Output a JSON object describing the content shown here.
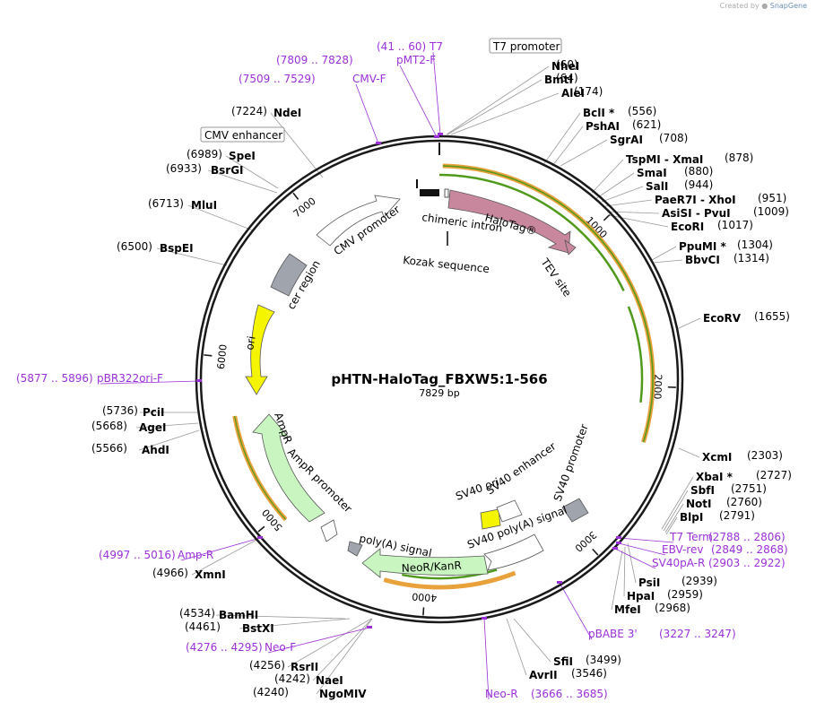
{
  "credit": {
    "prefix": "Created by",
    "brand": "SnapGene"
  },
  "plasmid": {
    "name": "pHTN-HaloTag_FBXW5:1-566",
    "size_label": "7829 bp",
    "length": 7829
  },
  "ticks": [
    "1000",
    "2000",
    "3000",
    "4000",
    "5000",
    "6000",
    "7000"
  ],
  "colors": {
    "primer": "#9b30d9",
    "backbone": "#1a1a1a",
    "orange_arrow": "#e9a13b",
    "green_arrow": "#4f9a1c",
    "halotag": "#c9879d",
    "ampr": "#c8f5c0",
    "ori": "#f5f500",
    "cer": "#a0a4ad",
    "white_feature": "#ffffff"
  },
  "sites": [
    {
      "name": "NheI",
      "pos": "(60)"
    },
    {
      "name": "BmtI",
      "pos": "(64)"
    },
    {
      "name": "AleI",
      "pos": "(174)"
    },
    {
      "name": "BclI *",
      "pos": "(556)"
    },
    {
      "name": "PshAI",
      "pos": "(621)"
    },
    {
      "name": "SgrAI",
      "pos": "(708)"
    },
    {
      "name": "TspMI",
      "name2": "XmaI",
      "pos": "(878)"
    },
    {
      "name": "SmaI",
      "pos": "(880)"
    },
    {
      "name": "SalI",
      "pos": "(944)"
    },
    {
      "name": "PaeR7I",
      "name2": "XhoI",
      "pos": "(951)"
    },
    {
      "name": "AsiSI",
      "name2": "PvuI",
      "pos": "(1009)"
    },
    {
      "name": "EcoRI",
      "pos": "(1017)"
    },
    {
      "name": "PpuMI *",
      "pos": "(1304)"
    },
    {
      "name": "BbvCI",
      "pos": "(1314)"
    },
    {
      "name": "EcoRV",
      "pos": "(1655)"
    },
    {
      "name": "XcmI",
      "pos": "(2303)"
    },
    {
      "name": "XbaI *",
      "pos": "(2727)"
    },
    {
      "name": "SbfI",
      "pos": "(2751)"
    },
    {
      "name": "NotI",
      "pos": "(2760)"
    },
    {
      "name": "BlpI",
      "pos": "(2791)"
    },
    {
      "name": "PsiI",
      "pos": "(2939)"
    },
    {
      "name": "HpaI",
      "pos": "(2959)"
    },
    {
      "name": "MfeI",
      "pos": "(2968)"
    },
    {
      "name": "SfiI",
      "pos": "(3499)"
    },
    {
      "name": "AvrII",
      "pos": "(3546)"
    },
    {
      "name": "NgoMIV",
      "pos": "(4240)"
    },
    {
      "name": "NaeI",
      "pos": "(4242)"
    },
    {
      "name": "RsrII",
      "pos": "(4256)"
    },
    {
      "name": "BstXI",
      "pos": "(4461)"
    },
    {
      "name": "BamHI",
      "pos": "(4534)"
    },
    {
      "name": "XmnI",
      "pos": "(4966)"
    },
    {
      "name": "AhdI",
      "pos": "(5566)"
    },
    {
      "name": "AgeI",
      "pos": "(5668)"
    },
    {
      "name": "PciI",
      "pos": "(5736)"
    },
    {
      "name": "BspEI",
      "pos": "(6500)"
    },
    {
      "name": "MluI",
      "pos": "(6713)"
    },
    {
      "name": "BsrGI",
      "pos": "(6933)"
    },
    {
      "name": "SpeI",
      "pos": "(6989)"
    },
    {
      "name": "NdeI",
      "pos": "(7224)"
    }
  ],
  "primers": [
    {
      "name": "T7",
      "range": "(41 .. 60)"
    },
    {
      "name": "pMT2-F",
      "range": "(7809 .. 7828)"
    },
    {
      "name": "CMV-F",
      "range": "(7509 .. 7529)"
    },
    {
      "name": "T7 Term",
      "range": "(2788 .. 2806)"
    },
    {
      "name": "EBV-rev",
      "range": "(2849 .. 2868)"
    },
    {
      "name": "SV40pA-R",
      "range": "(2903 .. 2922)"
    },
    {
      "name": "pBABE 3'",
      "range": "(3227 .. 3247)"
    },
    {
      "name": "Neo-R",
      "range": "(3666 .. 3685)"
    },
    {
      "name": "Neo-F",
      "range": "(4276 .. 4295)"
    },
    {
      "name": "Amp-R",
      "range": "(4997 .. 5016)"
    },
    {
      "name": "pBR322ori-F",
      "range": "(5877 .. 5896)"
    }
  ],
  "boxed_labels": [
    "T7 promoter",
    "CMV enhancer"
  ],
  "features": [
    "HaloTag®",
    "TEV site",
    "chimeric intron",
    "Kozak sequence",
    "CMV promoter",
    "cer region",
    "ori",
    "AmpR",
    "AmpR promoter",
    "SV40 ori",
    "SV40 enhancer",
    "SV40 promoter",
    "SV40 poly(A) signal",
    "poly(A) signal",
    "NeoR/KanR"
  ]
}
